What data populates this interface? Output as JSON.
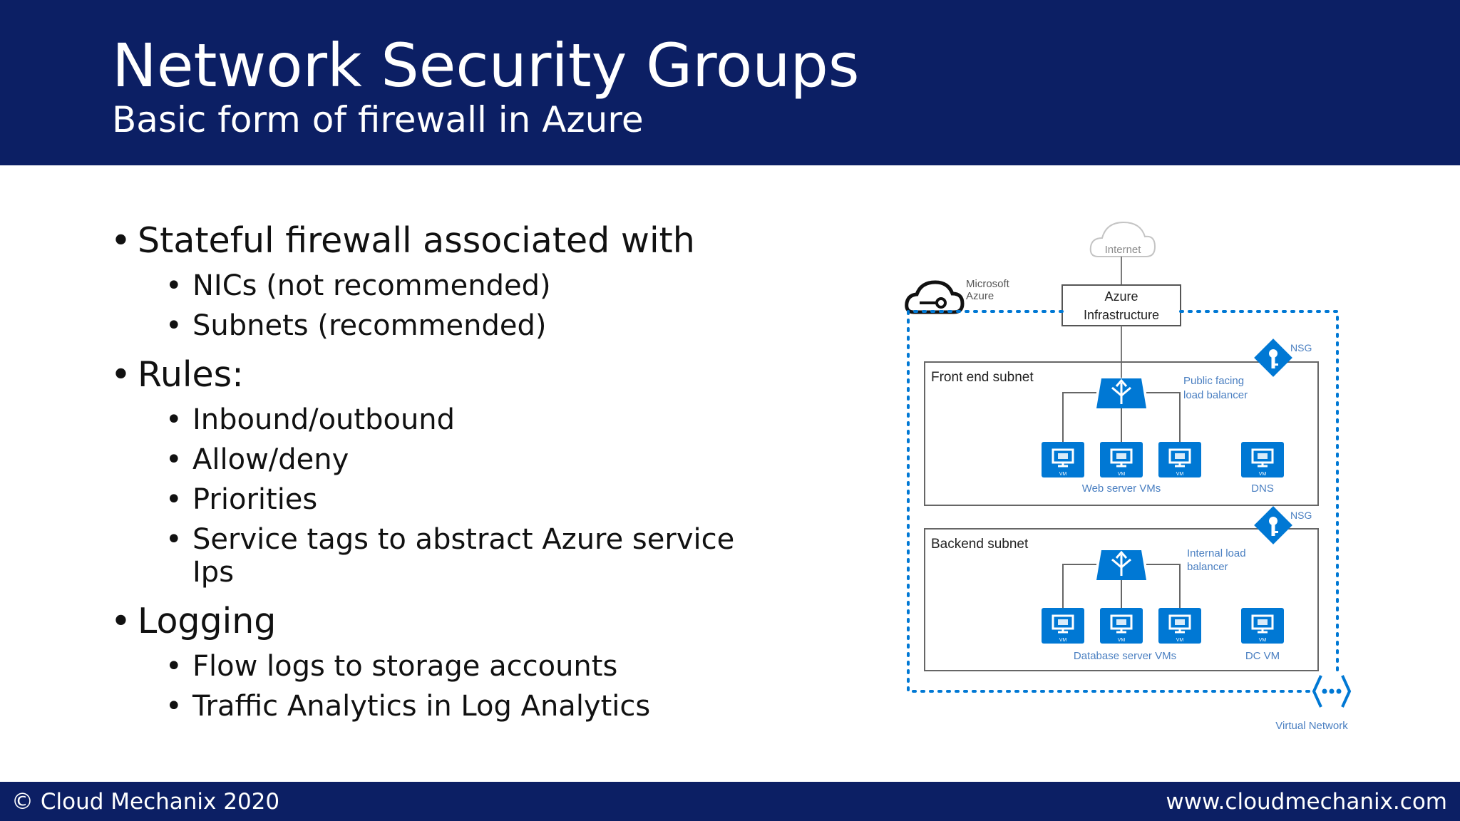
{
  "header": {
    "title": "Network Security Groups",
    "subtitle": "Basic form of firewall in Azure"
  },
  "bullets": [
    {
      "text": "Stateful firewall associated with",
      "children": [
        "NICs (not recommended)",
        "Subnets (recommended)"
      ]
    },
    {
      "text": "Rules:",
      "children": [
        "Inbound/outbound",
        "Allow/deny",
        "Priorities",
        "Service tags to abstract Azure service Ips"
      ]
    },
    {
      "text": "Logging",
      "children": [
        "Flow logs to storage accounts",
        "Traffic Analytics in Log Analytics"
      ]
    }
  ],
  "diagram": {
    "internet": "Internet",
    "ms_azure_line1": "Microsoft",
    "ms_azure_line2": "Azure",
    "azure_infra_line1": "Azure",
    "azure_infra_line2": "Infrastructure",
    "nsg": "NSG",
    "front_subnet": "Front end subnet",
    "public_lb_line1": "Public facing",
    "public_lb_line2": "load balancer",
    "web_vms": "Web server VMs",
    "dns": "DNS",
    "backend_subnet": "Backend subnet",
    "internal_lb_line1": "Internal load",
    "internal_lb_line2": "balancer",
    "db_vms": "Database server VMs",
    "dc_vm": "DC VM",
    "vm_tag": "VM",
    "virtual_network": "Virtual Network",
    "colors": {
      "azure_blue": "#0078d4",
      "line_gray": "#7a7a7a",
      "label_blue": "#4a7fc1"
    }
  },
  "footer": {
    "copyright": "© Cloud Mechanix 2020",
    "website": "www.cloudmechanix.com"
  }
}
